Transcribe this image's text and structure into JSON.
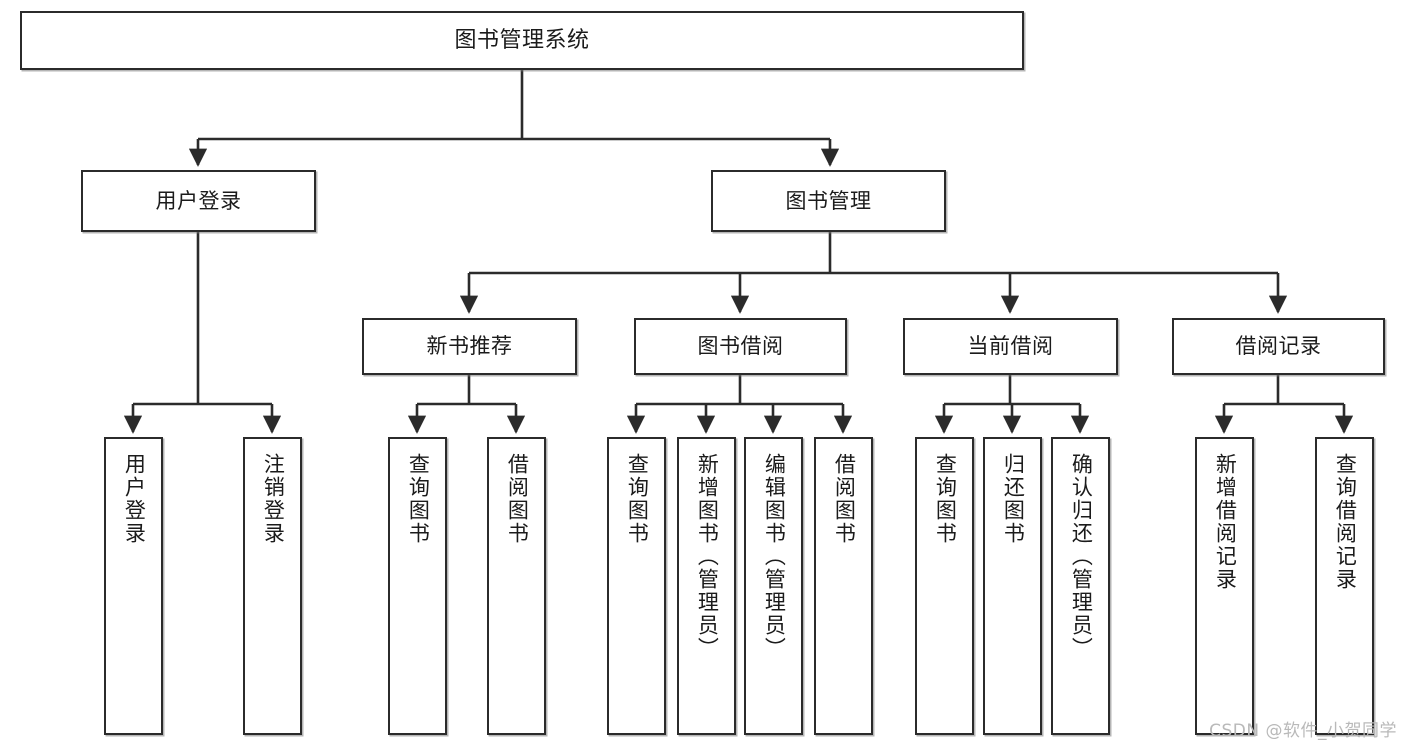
{
  "diagram": {
    "type": "tree",
    "title": "图书管理系统",
    "style": {
      "box_border_color": "#2b2b2b",
      "box_fill_color": "#ffffff",
      "connector_color": "#2b2b2b",
      "text_color": "#1b1b1b",
      "background": "#ffffff"
    },
    "nodes": {
      "root": {
        "label": "图书管理系统"
      },
      "level2": [
        {
          "label": "用户登录"
        },
        {
          "label": "图书管理"
        }
      ],
      "level3": [
        {
          "label": "新书推荐"
        },
        {
          "label": "图书借阅"
        },
        {
          "label": "当前借阅"
        },
        {
          "label": "借阅记录"
        }
      ],
      "leaves_user_login": [
        {
          "label": "用户登录"
        },
        {
          "label": "注销登录"
        }
      ],
      "leaves_new_book": [
        {
          "label": "查询图书"
        },
        {
          "label": "借阅图书"
        }
      ],
      "leaves_borrow": [
        {
          "label": "查询图书"
        },
        {
          "label": "新增图书（管理员）"
        },
        {
          "label": "编辑图书（管理员）"
        },
        {
          "label": "借阅图书"
        }
      ],
      "leaves_current": [
        {
          "label": "查询图书"
        },
        {
          "label": "归还图书"
        },
        {
          "label": "确认归还（管理员）"
        }
      ],
      "leaves_records": [
        {
          "label": "新增借阅记录"
        },
        {
          "label": "查询借阅记录"
        }
      ]
    }
  },
  "watermark": {
    "text": "CSDN @软件_小贺同学"
  }
}
